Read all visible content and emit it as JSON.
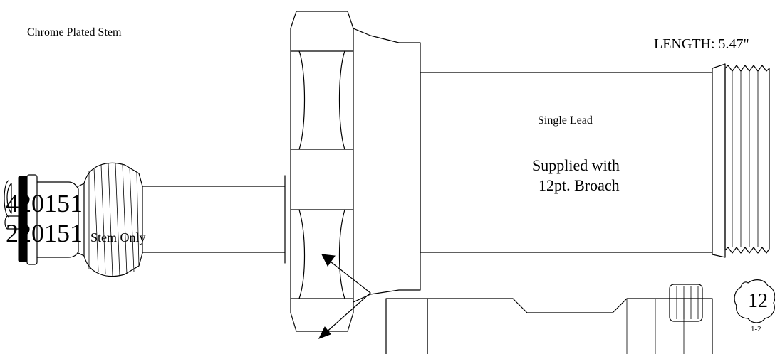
{
  "labels": {
    "top_left_note": "Chrome Plated Stem",
    "length": "LENGTH: 5.47\"",
    "lead": "Single Lead",
    "supplied_line1": "Supplied with",
    "supplied_line2": "12pt. Broach",
    "broach_points": "12",
    "broach_code": "1-2",
    "part_number_1": "420151",
    "part_number_2": "220151",
    "part_number_2_note": "Stem Only"
  }
}
